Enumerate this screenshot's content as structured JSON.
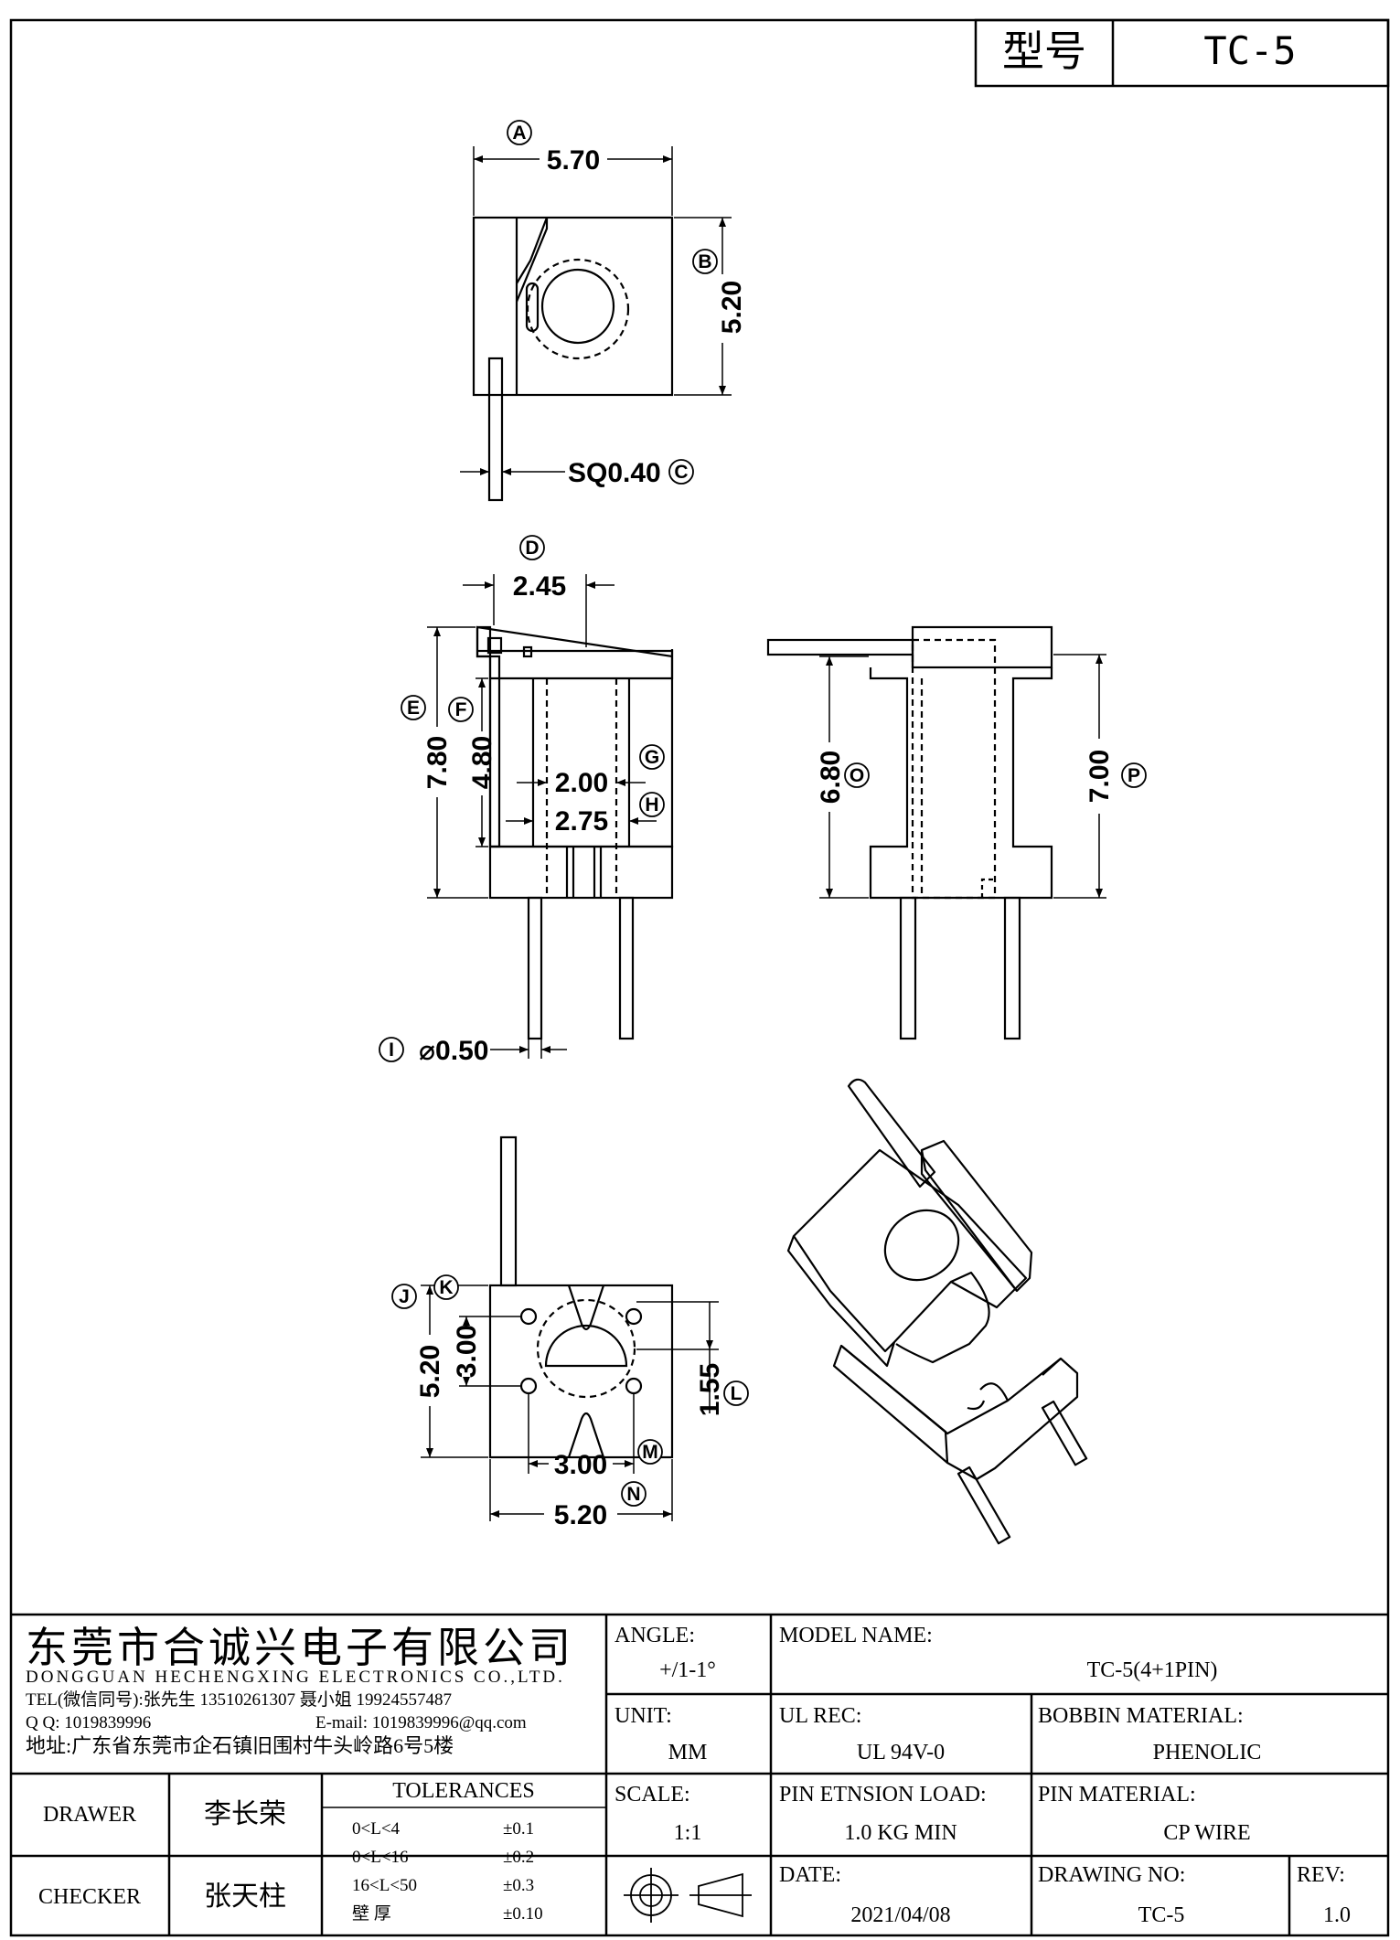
{
  "header": {
    "model_label": "型号",
    "model_value": "TC-5"
  },
  "dimensions": {
    "A": "5.70",
    "B": "5.20",
    "C": "SQ0.40",
    "D": "2.45",
    "E": "7.80",
    "F": "4.80",
    "G": "2.00",
    "H": "2.75",
    "I": "⌀0.50",
    "J": "5.20",
    "K": "3.00",
    "L": "1.55",
    "M": "3.00",
    "N": "5.20",
    "O": "6.80",
    "P": "7.00"
  },
  "markers": {
    "A": "A",
    "B": "B",
    "C": "C",
    "D": "D",
    "E": "E",
    "F": "F",
    "G": "G",
    "H": "H",
    "I": "I",
    "J": "J",
    "K": "K",
    "L": "L",
    "M": "M",
    "N": "N",
    "O": "O",
    "P": "P"
  },
  "company": {
    "name_cn": "东莞市合诚兴电子有限公司",
    "name_en": "DONGGUAN HECHENGXING ELECTRONICS CO.,LTD.",
    "tel": "TEL(微信同号):张先生 13510261307 聂小姐 19924557487",
    "qq": "Q Q: 1019839996",
    "email": "E-mail: 1019839996@qq.com",
    "address": "地址:广东省东莞市企石镇旧围村牛头岭路6号5楼"
  },
  "title_block": {
    "angle_label": "ANGLE:",
    "angle_value": "+/1-1°",
    "model_name_label": "MODEL NAME:",
    "model_name_value": "TC-5(4+1PIN)",
    "unit_label": "UNIT:",
    "unit_value": "MM",
    "ul_label": "UL REC:",
    "ul_value": "UL 94V-0",
    "bobbin_label": "BOBBIN MATERIAL:",
    "bobbin_value": "PHENOLIC",
    "drawer_label": "DRAWER",
    "drawer_value": "李长荣",
    "tol_title": "TOLERANCES",
    "tolerances": [
      {
        "range": "0<L<4",
        "value": "±0.1"
      },
      {
        "range": "0<L<16",
        "value": "±0.2"
      },
      {
        "range": "16<L<50",
        "value": "±0.3"
      },
      {
        "range": "壁   厚",
        "value": "±0.10"
      }
    ],
    "scale_label": "SCALE:",
    "scale_value": "1:1",
    "pin_load_label": "PIN ETNSION LOAD:",
    "pin_load_value": "1.0 KG MIN",
    "pin_mat_label": "PIN MATERIAL:",
    "pin_mat_value": "CP WIRE",
    "checker_label": "CHECKER",
    "checker_value": "张天柱",
    "date_label": "DATE:",
    "date_value": "2021/04/08",
    "drawing_no_label": "DRAWING NO:",
    "drawing_no_value": "TC-5",
    "rev_label": "REV:",
    "rev_value": "1.0"
  }
}
